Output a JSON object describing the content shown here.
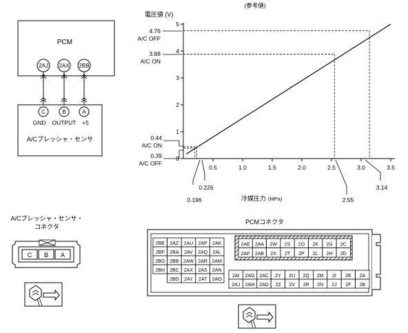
{
  "reference_note": "(参考値)",
  "pcm_box": {
    "title": "PCM",
    "pins": [
      "2AJ",
      "2AX",
      "2BB"
    ]
  },
  "sensor_box": {
    "pins": [
      "C",
      "B",
      "A"
    ],
    "pin_labels": [
      "GND",
      "OUTPUT",
      "+5"
    ],
    "title": "A/Cプレッシャ・センサ"
  },
  "graph": {
    "y_title": "電圧値 (V)",
    "x_title": "冷媒圧力",
    "x_unit": "(MPa)",
    "y_ticks": [
      "0",
      "1",
      "2",
      "3",
      "4",
      "5"
    ],
    "x_ticks": [
      "0.5",
      "1.0",
      "1.5",
      "2.0",
      "2.5",
      "3.0",
      "3.5"
    ],
    "callouts": [
      {
        "value": "4.76",
        "state": "A/C OFF"
      },
      {
        "value": "3.88",
        "state": "A/C ON"
      },
      {
        "value": "0.44",
        "state": "A/C ON"
      },
      {
        "value": "0.39",
        "state": "A/C OFF"
      }
    ],
    "x_callouts": [
      "0.196",
      "0.226",
      "2.55",
      "3.14"
    ]
  },
  "chart_data": {
    "type": "line",
    "title": "",
    "xlabel": "冷媒圧力 (MPa)",
    "ylabel": "電圧値 (V)",
    "xlim": [
      0,
      3.5
    ],
    "ylim": [
      0,
      5
    ],
    "series": [
      {
        "x": [
          0.05,
          3.5
        ],
        "y": [
          0.17,
          5.0
        ]
      }
    ],
    "points": [
      {
        "x": 0.196,
        "y": 0.39
      },
      {
        "x": 0.226,
        "y": 0.44
      },
      {
        "x": 2.55,
        "y": 3.88
      },
      {
        "x": 3.14,
        "y": 4.76
      }
    ]
  },
  "sensor_connector": {
    "title_line1": "A/Cプレッシャ・センサ・",
    "title_line2": "コネクタ",
    "pins": [
      "C",
      "B",
      "A"
    ]
  },
  "pcm_connector": {
    "title": "PCMコネクタ",
    "left_rows": [
      [
        "2BE",
        "2AZ",
        "2AU",
        "2AP",
        "2AK"
      ],
      [
        "2BF",
        "2BA",
        "2AV",
        "2AQ",
        "2AL"
      ],
      [
        "2BG",
        "2BB",
        "2AW",
        "2AR",
        "2AM"
      ],
      [
        "2BH",
        "2BC",
        "2AX",
        "2AS",
        "2AN"
      ],
      [
        "",
        "2BD",
        "2AY",
        "2AT",
        "2AO"
      ]
    ],
    "hatched_rows": [
      [
        "2AE",
        "2AA",
        "2W",
        "2S",
        "2O",
        "2K",
        "2G",
        "2C"
      ],
      [
        "2AF",
        "2AB",
        "2X",
        "2T",
        "2P",
        "2L",
        "2H",
        "2D"
      ]
    ],
    "lower_rows": [
      [
        "2AI",
        "2AG",
        "2AC",
        "2Y",
        "2U",
        "2Q",
        "2M",
        "2I",
        "2E",
        "2A"
      ],
      [
        "2AJ",
        "2AH",
        "2AD",
        "2Z",
        "2V",
        "2R",
        "2N",
        "2J",
        "2F",
        "2B"
      ]
    ]
  }
}
